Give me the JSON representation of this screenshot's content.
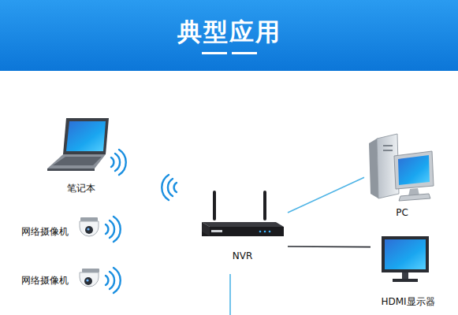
{
  "diagram": {
    "title": "典型应用",
    "nodes": [
      {
        "text": [
          "笔记本"
        ]
      },
      {
        "text": [
          "网络摄像机"
        ]
      },
      {
        "text": [
          "网络摄像机"
        ]
      },
      {
        "text": [
          "NVR"
        ]
      },
      {
        "text": [
          "PC"
        ]
      },
      {
        "text": [
          "HDMI显示器"
        ]
      }
    ],
    "edges": [
      {
        "from": 3,
        "to": 4,
        "arrow": "none"
      },
      {
        "from": 3,
        "to": 5,
        "arrow": "none"
      }
    ]
  }
}
